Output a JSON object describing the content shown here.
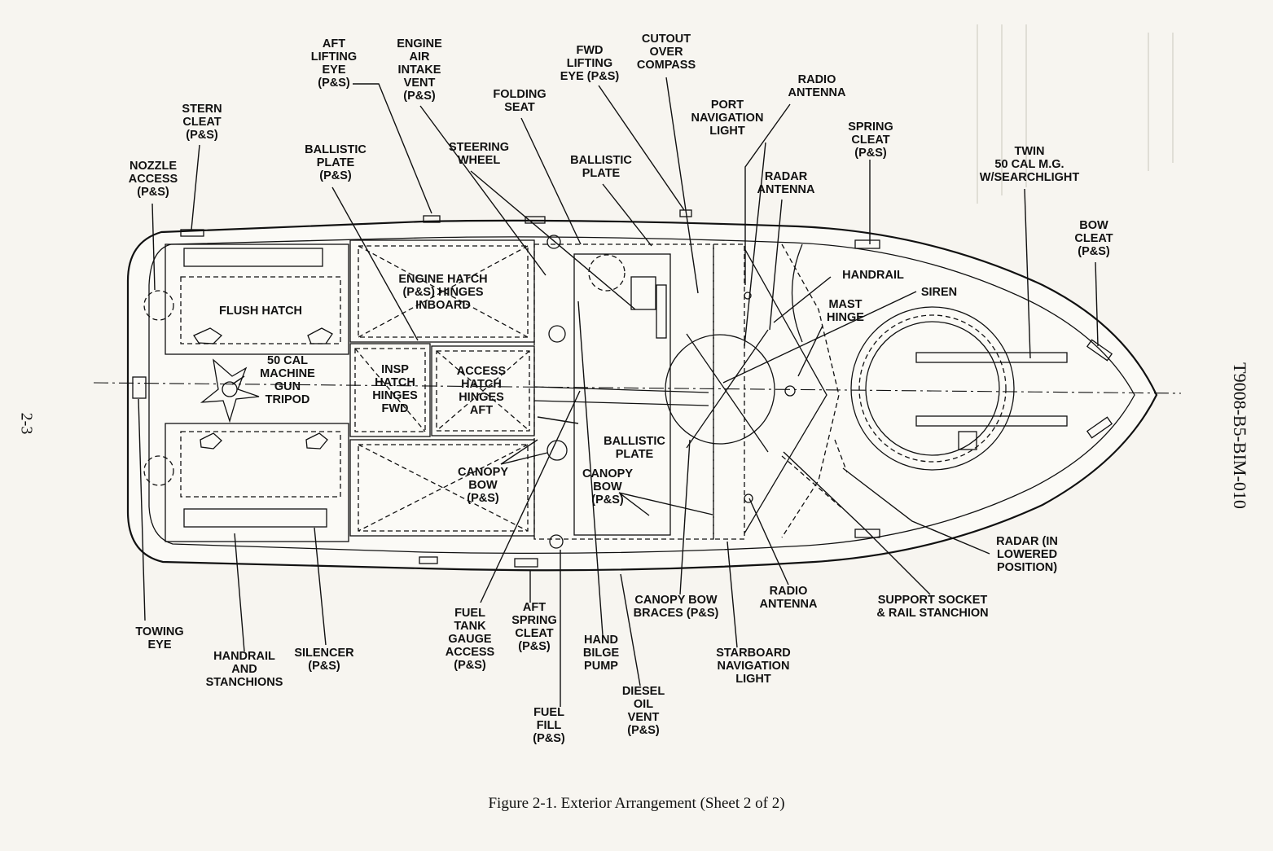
{
  "document_id": "T9008-B5-BIM-010",
  "page_number": "2-3",
  "caption": "Figure 2-1.  Exterior Arrangement (Sheet 2 of 2)",
  "labels": {
    "stern_cleat": [
      "STERN",
      "CLEAT",
      "(P&S)"
    ],
    "nozzle_access": [
      "NOZZLE",
      "ACCESS",
      "(P&S)"
    ],
    "aft_lifting_eye": [
      "AFT",
      "LIFTING",
      "EYE",
      "(P&S)"
    ],
    "engine_air_intake_vent": [
      "ENGINE",
      "AIR",
      "INTAKE",
      "VENT",
      "(P&S)"
    ],
    "ballistic_plate_ps": [
      "BALLISTIC",
      "PLATE",
      "(P&S)"
    ],
    "folding_seat": [
      "FOLDING",
      "SEAT"
    ],
    "steering_wheel": [
      "STEERING",
      "WHEEL"
    ],
    "fwd_lifting_eye": [
      "FWD",
      "LIFTING",
      "EYE (P&S)"
    ],
    "cutout_over_compass": [
      "CUTOUT",
      "OVER",
      "COMPASS"
    ],
    "ballistic_plate": [
      "BALLISTIC",
      "PLATE"
    ],
    "port_navigation_light": [
      "PORT",
      "NAVIGATION",
      "LIGHT"
    ],
    "radio_antenna_top": [
      "RADIO",
      "ANTENNA"
    ],
    "radar_antenna": [
      "RADAR",
      "ANTENNA"
    ],
    "spring_cleat": [
      "SPRING",
      "CLEAT",
      "(P&S)"
    ],
    "twin_50_cal": [
      "TWIN",
      "50 CAL M.G.",
      "W/SEARCHLIGHT"
    ],
    "bow_cleat": [
      "BOW",
      "CLEAT",
      "(P&S)"
    ],
    "handrail": [
      "HANDRAIL"
    ],
    "siren": [
      "SIREN"
    ],
    "mast_hinge": [
      "MAST",
      "HINGE"
    ],
    "flush_hatch": [
      "FLUSH HATCH"
    ],
    "engine_hatch": [
      "ENGINE HATCH",
      "(P&S) HINGES",
      "INBOARD"
    ],
    "gun_tripod": [
      "50 CAL",
      "MACHINE",
      "GUN",
      "TRIPOD"
    ],
    "insp_hatch": [
      "INSP",
      "HATCH",
      "HINGES",
      "FWD"
    ],
    "access_hatch": [
      "ACCESS",
      "HATCH",
      "HINGES",
      "AFT"
    ],
    "ballistic_plate_mid": [
      "BALLISTIC",
      "PLATE"
    ],
    "canopy_bow_ps_left": [
      "CANOPY",
      "BOW",
      "(P&S)"
    ],
    "canopy_bow_ps_right": [
      "CANOPY",
      "BOW",
      "(P&S)"
    ],
    "radar_lowered": [
      "RADAR (IN",
      "LOWERED",
      "POSITION)"
    ],
    "radio_antenna_bottom": [
      "RADIO",
      "ANTENNA"
    ],
    "support_socket": [
      "SUPPORT SOCKET",
      "& RAIL STANCHION"
    ],
    "canopy_bow_braces": [
      "CANOPY BOW",
      "BRACES (P&S)"
    ],
    "starboard_navigation_light": [
      "STARBOARD",
      "NAVIGATION",
      "LIGHT"
    ],
    "towing_eye": [
      "TOWING",
      "EYE"
    ],
    "handrail_stanchions": [
      "HANDRAIL",
      "AND",
      "STANCHIONS"
    ],
    "silencer": [
      "SILENCER",
      "(P&S)"
    ],
    "fuel_tank_gauge_access": [
      "FUEL",
      "TANK",
      "GAUGE",
      "ACCESS",
      "(P&S)"
    ],
    "aft_spring_cleat": [
      "AFT",
      "SPRING",
      "CLEAT",
      "(P&S)"
    ],
    "hand_bilge_pump": [
      "HAND",
      "BILGE",
      "PUMP"
    ],
    "fuel_fill": [
      "FUEL",
      "FILL",
      "(P&S)"
    ],
    "diesel_oil_vent": [
      "DIESEL",
      "OIL",
      "VENT",
      "(P&S)"
    ]
  }
}
